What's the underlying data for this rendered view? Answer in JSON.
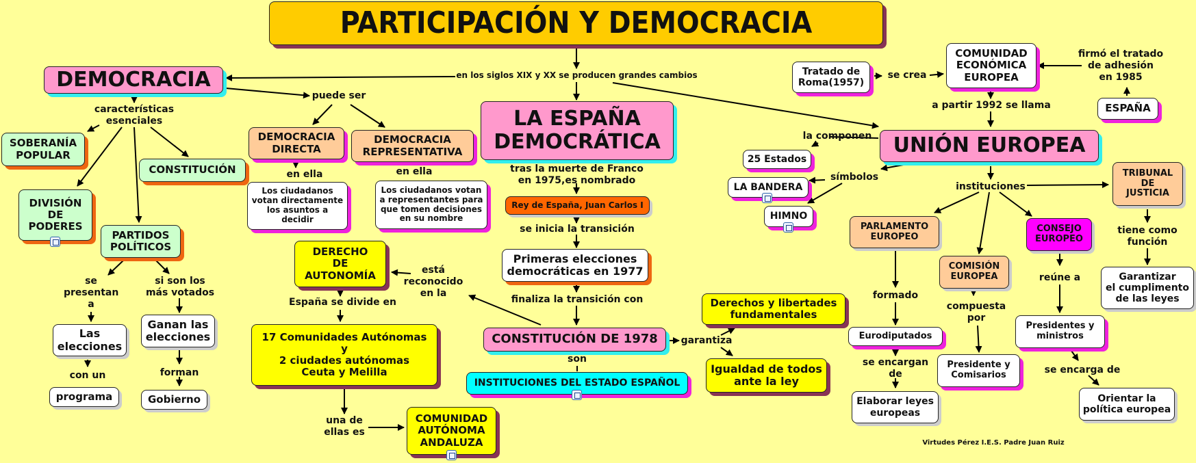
{
  "title": "PARTICIPACIÓN Y DEMOCRACIA",
  "footer": "Virtudes Pérez  I.E.S. Padre Juan Ruiz",
  "colors": {
    "background": "#ffff99",
    "title": "#ffcc00",
    "main_concept": "#ff99cc",
    "characteristic": "#ccffcc",
    "type": "#ffcc99",
    "autonomy": "#ffff00",
    "king": "#ff6600",
    "institutions": "#00ffff",
    "consejo": "#ff00ff"
  },
  "nodes": {
    "democracia": "DEMOCRACIA",
    "soberania": "SOBERANÍA\nPOPULAR",
    "constitucion": "CONSTITUCIÓN",
    "division": "DIVISIÓN\nDE\nPODERES",
    "partidos": "PARTIDOS\nPOLÍTICOS",
    "las_elecciones": "Las\nelecciones",
    "programa": "programa",
    "ganan": "Ganan las\nelecciones",
    "gobierno": "Gobierno",
    "dem_directa": "DEMOCRACIA\nDIRECTA",
    "dem_representativa": "DEMOCRACIA\nREPRESENTATIVA",
    "directa_desc": "Los ciudadanos\nvotan directamente\nlos asuntos a\ndecidir",
    "repr_desc": "Los ciudadanos votan\na representantes para\nque tomen decisiones\nen su nombre",
    "espana_democratica": "LA ESPAÑA\nDEMOCRÁTICA",
    "rey": "Rey de España, Juan Carlos I",
    "primeras_elecciones": "Primeras elecciones\ndemocráticas en 1977",
    "constitucion_1978": "CONSTITUCIÓN DE 1978",
    "instituciones_estado": "INSTITUCIONES DEL ESTADO ESPAÑOL",
    "derechos": "Derechos y libertades\nfundamentales",
    "igualdad": "Igualdad de todos\nante la ley",
    "derecho_autonomia": "DERECHO\nDE\nAUTONOMÍA",
    "comunidades": "17 Comunidades Autónomas\ny\n2 ciudades autónomas\nCeuta y Melilla",
    "andaluza": "COMUNIDAD\nAUTÓNOMA\nANDALUZA",
    "tratado_roma": "Tratado de\nRoma(1957)",
    "cee": "COMUNIDAD\nECONÓMICA\nEUROPEA",
    "espana": "ESPAÑA",
    "union_europea": "UNIÓN EUROPEA",
    "estados": "25 Estados",
    "bandera": "LA BANDERA",
    "himno": "HIMNO",
    "tribunal": "TRIBUNAL\nDE\nJUSTICIA",
    "garantizar": "Garantizar\nel cumplimento\nde las leyes",
    "parlamento": "PARLAMENTO\nEUROPEO",
    "comision": "COMISIÓN\nEUROPEA",
    "consejo": "CONSEJO\nEUROPEO",
    "eurodiputados": "Eurodiputados",
    "elaborar": "Elaborar leyes\neuropeas",
    "presidente_comisarios": "Presidente y\nComisarios",
    "presidentes_ministros": "Presidentes y\nministros",
    "orientar": "Orientar la\npolítica europea"
  },
  "links": {
    "siglos": "en los siglos XIX y XX se producen grandes cambios",
    "caracteristicas": "características\nesenciales",
    "puede_ser": "puede ser",
    "en_ella_1": "en ella",
    "en_ella_2": "en ella",
    "se_presentan": "se\npresentan\na",
    "si_son": "si son los\nmás votados",
    "con_un": "con un",
    "forman": "forman",
    "tras_muerte": "tras la muerte de Franco\nen 1975,es nombrado",
    "se_inicia": "se inicia la transición",
    "finaliza": "finaliza la transición con",
    "esta_reconocido": "está\nreconocido\nen la",
    "espana_divide": "España se divide en",
    "una_de": "una de\nellas es",
    "garantiza": "garantiza",
    "son": "son",
    "se_crea": "se crea",
    "firmo": "firmó el tratado\nde adhesión\nen 1985",
    "a_partir": "a partir 1992 se llama",
    "la_componen": "la componen",
    "simbolos": "símbolos",
    "instituciones": "instituciones",
    "tiene_como": "tiene como\nfunción",
    "formado": "formado",
    "se_encargan": "se encargan\nde",
    "compuesta": "compuesta\npor",
    "reune": "reúne a",
    "se_encarga": "se encarga de"
  },
  "icons": [
    "submap-icon",
    "image-icon",
    "document-icon"
  ]
}
